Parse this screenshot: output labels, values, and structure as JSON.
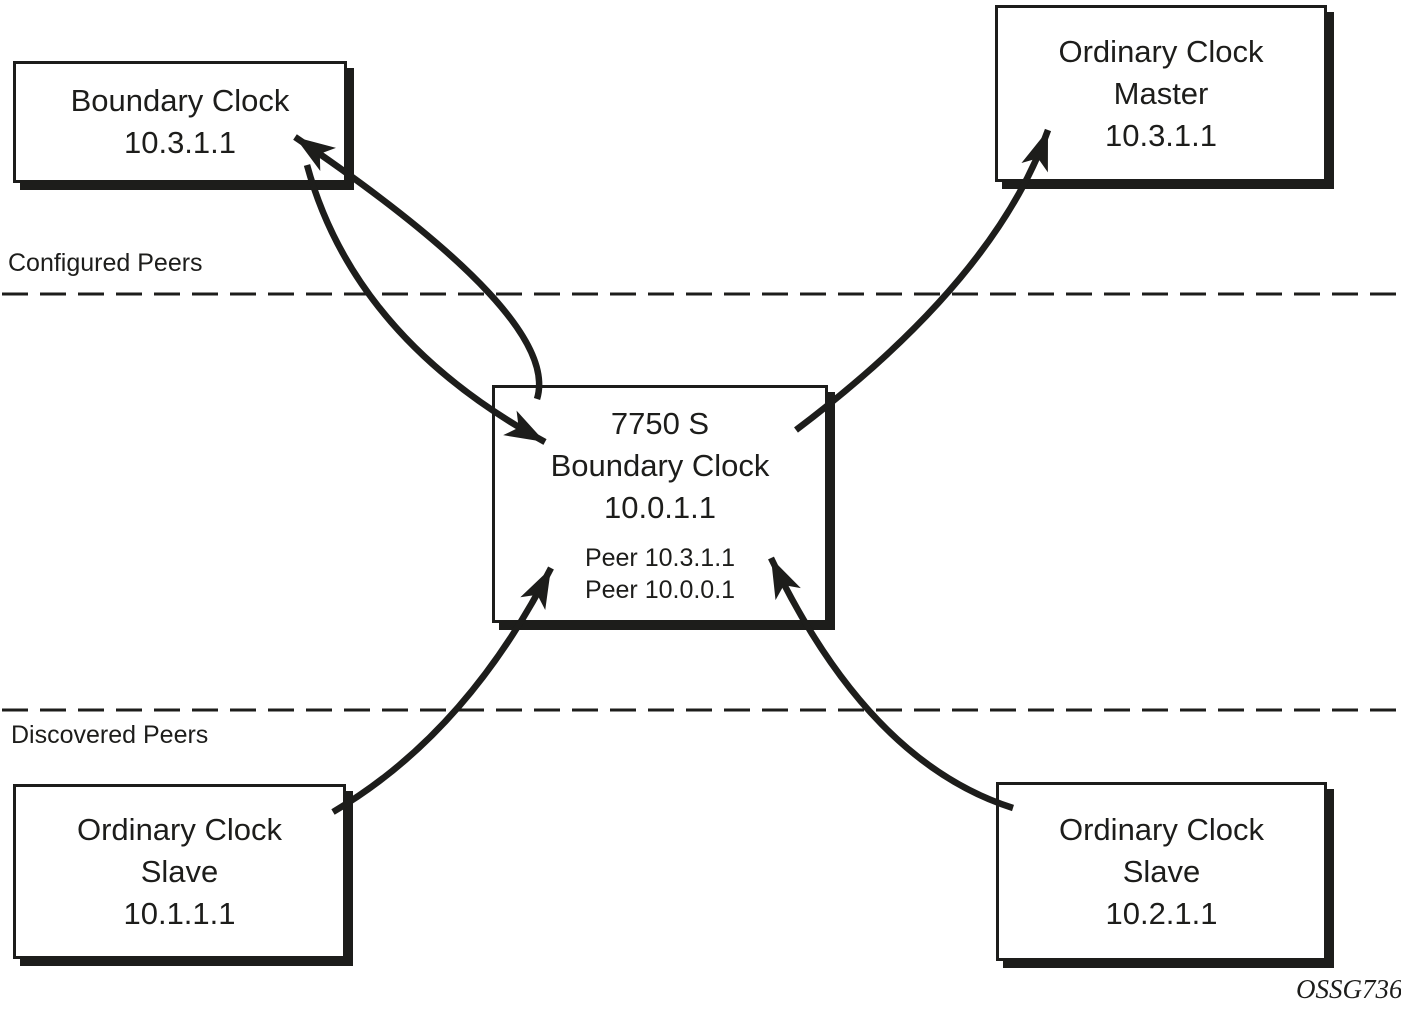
{
  "labels": {
    "configured": "Configured Peers",
    "discovered": "Discovered Peers"
  },
  "nodes": {
    "boundary_clock": {
      "lines": [
        "Boundary Clock",
        "10.3.1.1"
      ]
    },
    "ordinary_clock_master": {
      "lines": [
        "Ordinary Clock",
        "Master",
        "10.3.1.1"
      ]
    },
    "central_boundary_clock": {
      "lines": [
        "7750 S",
        "Boundary Clock",
        "10.0.1.1"
      ],
      "peers": [
        "Peer 10.3.1.1",
        "Peer 10.0.0.1"
      ]
    },
    "ordinary_clock_slave_left": {
      "lines": [
        "Ordinary Clock",
        "Slave",
        "10.1.1.1"
      ]
    },
    "ordinary_clock_slave_right": {
      "lines": [
        "Ordinary Clock",
        "Slave",
        "10.2.1.1"
      ]
    }
  },
  "connections": [
    {
      "from": "central_boundary_clock",
      "to": "boundary_clock",
      "style": "curved-arrow"
    },
    {
      "from": "boundary_clock",
      "to": "central_boundary_clock",
      "style": "curved-arrow"
    },
    {
      "from": "central_boundary_clock",
      "to": "ordinary_clock_master",
      "style": "curved-arrow"
    },
    {
      "from": "ordinary_clock_slave_left",
      "to": "central_boundary_clock",
      "style": "curved-arrow"
    },
    {
      "from": "ordinary_clock_slave_right",
      "to": "central_boundary_clock",
      "style": "curved-arrow"
    }
  ],
  "footer": {
    "figure_code": "OSSG736"
  },
  "colors": {
    "ink": "#1d1d1b",
    "background": "#ffffff"
  }
}
